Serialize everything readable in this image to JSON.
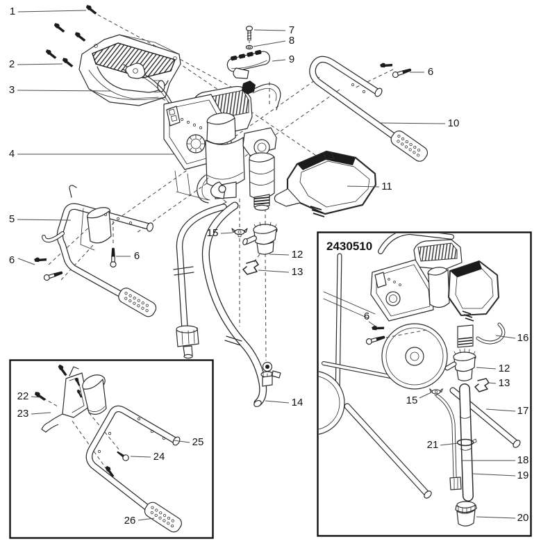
{
  "inset": {
    "code": "2430510"
  },
  "callouts": {
    "main": [
      {
        "label": "1"
      },
      {
        "label": "2"
      },
      {
        "label": "3"
      },
      {
        "label": "4"
      },
      {
        "label": "5"
      },
      {
        "label": "6"
      },
      {
        "label": "6"
      },
      {
        "label": "7"
      },
      {
        "label": "8"
      },
      {
        "label": "9"
      },
      {
        "label": "6"
      },
      {
        "label": "10"
      },
      {
        "label": "11"
      },
      {
        "label": "15"
      },
      {
        "label": "12"
      },
      {
        "label": "13"
      },
      {
        "label": "14"
      }
    ],
    "inset_right": [
      {
        "label": "6"
      },
      {
        "label": "16"
      },
      {
        "label": "12"
      },
      {
        "label": "13"
      },
      {
        "label": "15"
      },
      {
        "label": "17"
      },
      {
        "label": "21"
      },
      {
        "label": "18"
      },
      {
        "label": "19"
      },
      {
        "label": "20"
      }
    ],
    "inset_left": [
      {
        "label": "22"
      },
      {
        "label": "23"
      },
      {
        "label": "25"
      },
      {
        "label": "24"
      },
      {
        "label": "26"
      }
    ]
  },
  "colors": {
    "line": "#2a2a2a",
    "dark": "#1b1b1b",
    "background": "#ffffff"
  }
}
